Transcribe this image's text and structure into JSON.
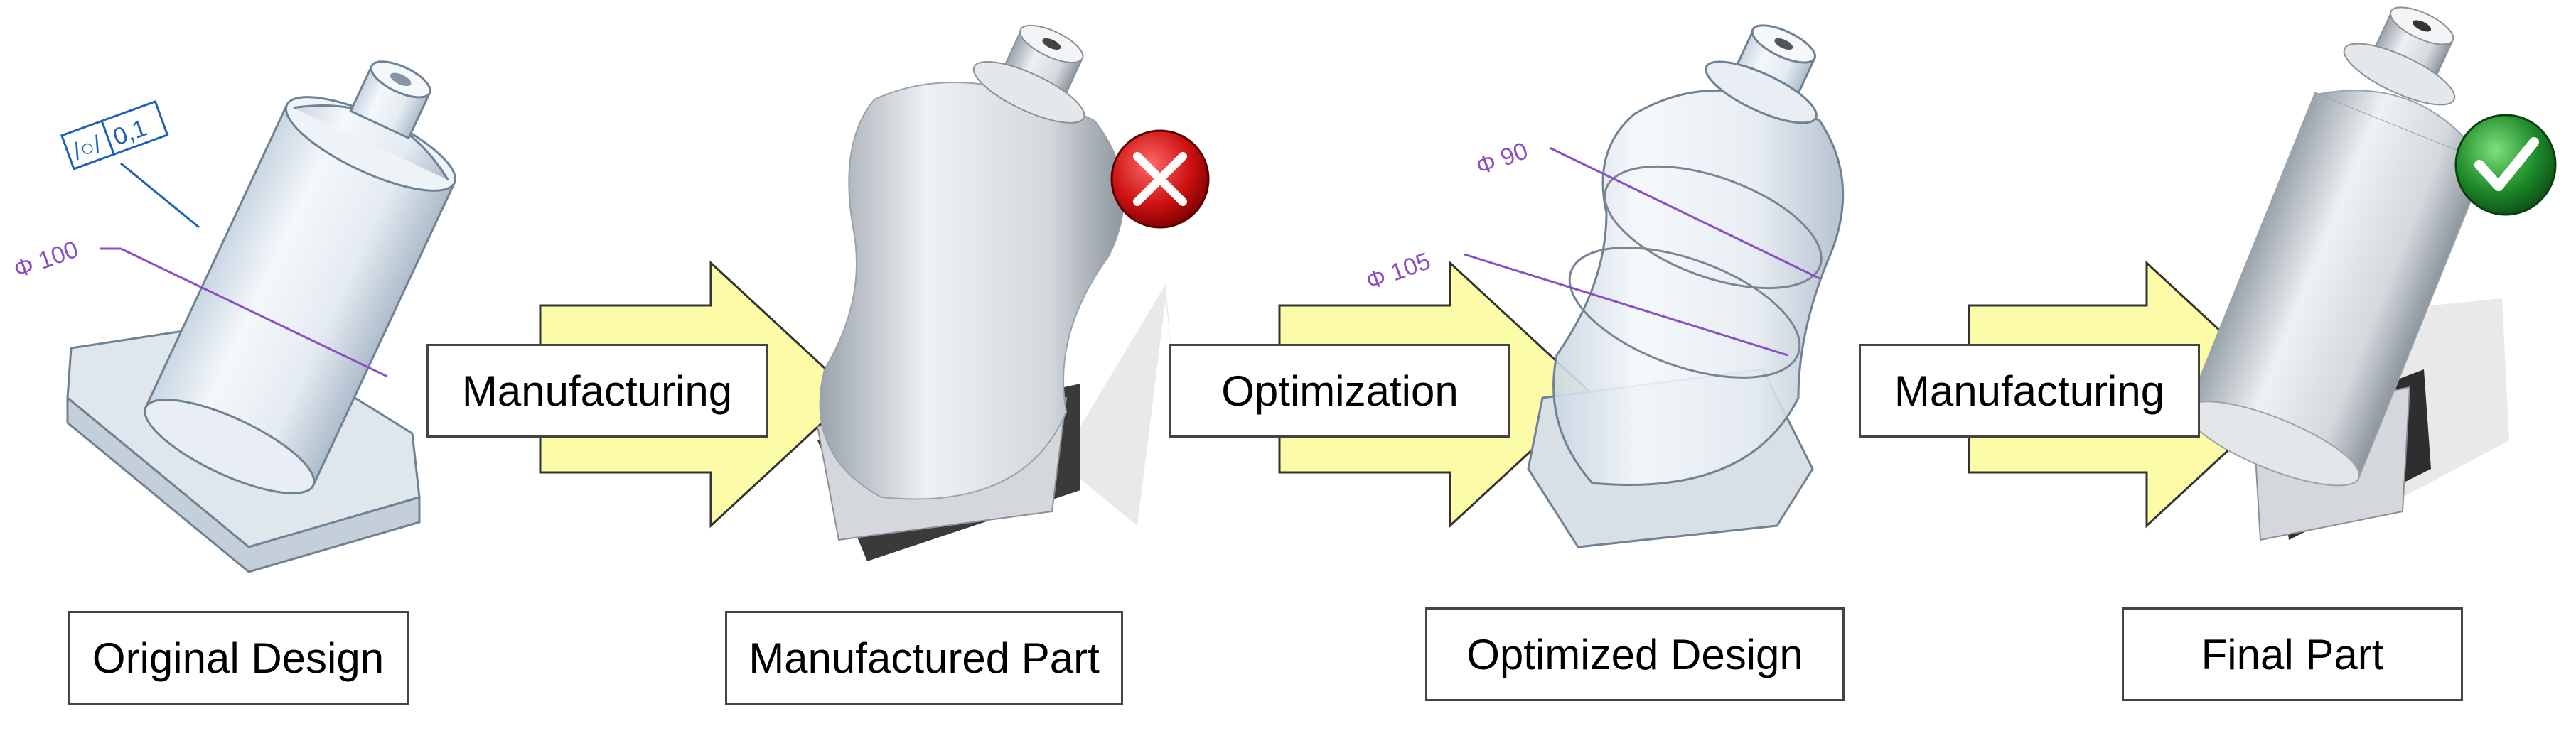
{
  "stages": [
    {
      "caption": "Original Design"
    },
    {
      "caption": "Manufactured Part"
    },
    {
      "caption": "Optimized Design"
    },
    {
      "caption": "Final Part"
    }
  ],
  "steps": [
    {
      "label": "Manufacturing"
    },
    {
      "label": "Optimization"
    },
    {
      "label": "Manufacturing"
    }
  ],
  "annotations": {
    "original_diameter": "Φ 100",
    "tolerance_symbol": "/○/",
    "tolerance_value": "0,1",
    "optimized_diameter_top": "Φ 90",
    "optimized_diameter_bottom": "Φ 105"
  },
  "status": {
    "manufactured": {
      "icon": "cross-icon",
      "color": "#cc1111"
    },
    "final": {
      "icon": "checkmark-icon",
      "color": "#1e8a2a"
    }
  },
  "colors": {
    "arrow_fill": "#fcfca8",
    "dimension": "#8a4fc2",
    "tolerance": "#1f62b5"
  }
}
